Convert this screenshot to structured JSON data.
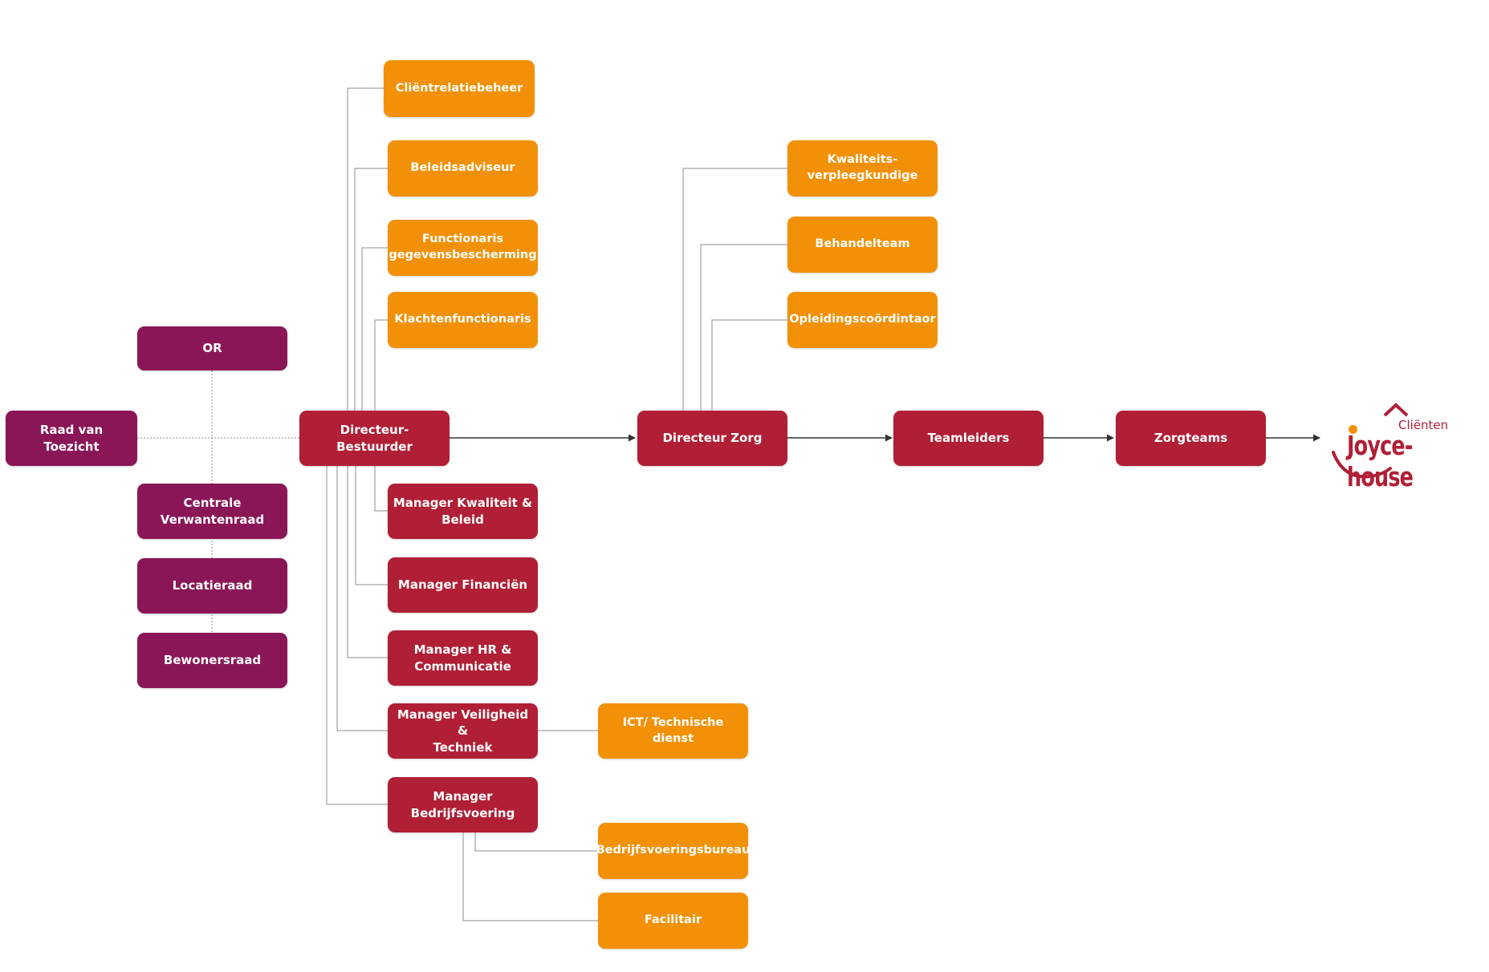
{
  "colors": {
    "purple": "#8a1657",
    "red": "#b01f35",
    "orange": "#f29107",
    "line": "#8c8c8c",
    "arrow": "#333333"
  },
  "governance": {
    "or": "OR",
    "raad_van_toezicht": "Raad van Toezicht",
    "centrale_verwantenraad": "Centrale\nVerwantenraad",
    "locatieraad": "Locatieraad",
    "bewonersraad": "Bewonersraad"
  },
  "main_chain": {
    "directeur_bestuurder": "Directeur- Bestuurder",
    "directeur_zorg": "Directeur Zorg",
    "teamleiders": "Teamleiders",
    "zorgteams": "Zorgteams"
  },
  "staff": {
    "clientrelatiebeheer": "Cliëntrelatiebeheer",
    "beleidsadviseur": "Beleidsadviseur",
    "functionaris_gegevensbescherming": "Functionaris\ngegevensbescherming",
    "klachtenfunctionaris": "Klachtenfunctionaris"
  },
  "zorg_staff": {
    "kwaliteitsverpleegkundige": "Kwaliteits-\nverpleegkundige",
    "behandelteam": "Behandelteam",
    "opleidingscoordinator": "Opleidingscoördintaor"
  },
  "managers": {
    "kwaliteit_beleid": "Manager Kwaliteit &\nBeleid",
    "financien": "Manager Financiën",
    "hr_communicatie": "Manager HR &\nCommunicatie",
    "veiligheid_techniek": "Manager Veiligheid &\nTechniek",
    "bedrijfsvoering": "Manager\nBedrijfsvoering"
  },
  "departments": {
    "ict_technische_dienst": "ICT/ Technische dienst",
    "bedrijfsvoeringsbureau": "Bedrijfsvoeringsbureau",
    "facilitair": "Facilitair"
  },
  "logo": {
    "subtitle": "Cliënten",
    "name": "Joyce-house",
    "icons": [
      "roof-chevron-icon",
      "smile-arc-icon"
    ]
  }
}
